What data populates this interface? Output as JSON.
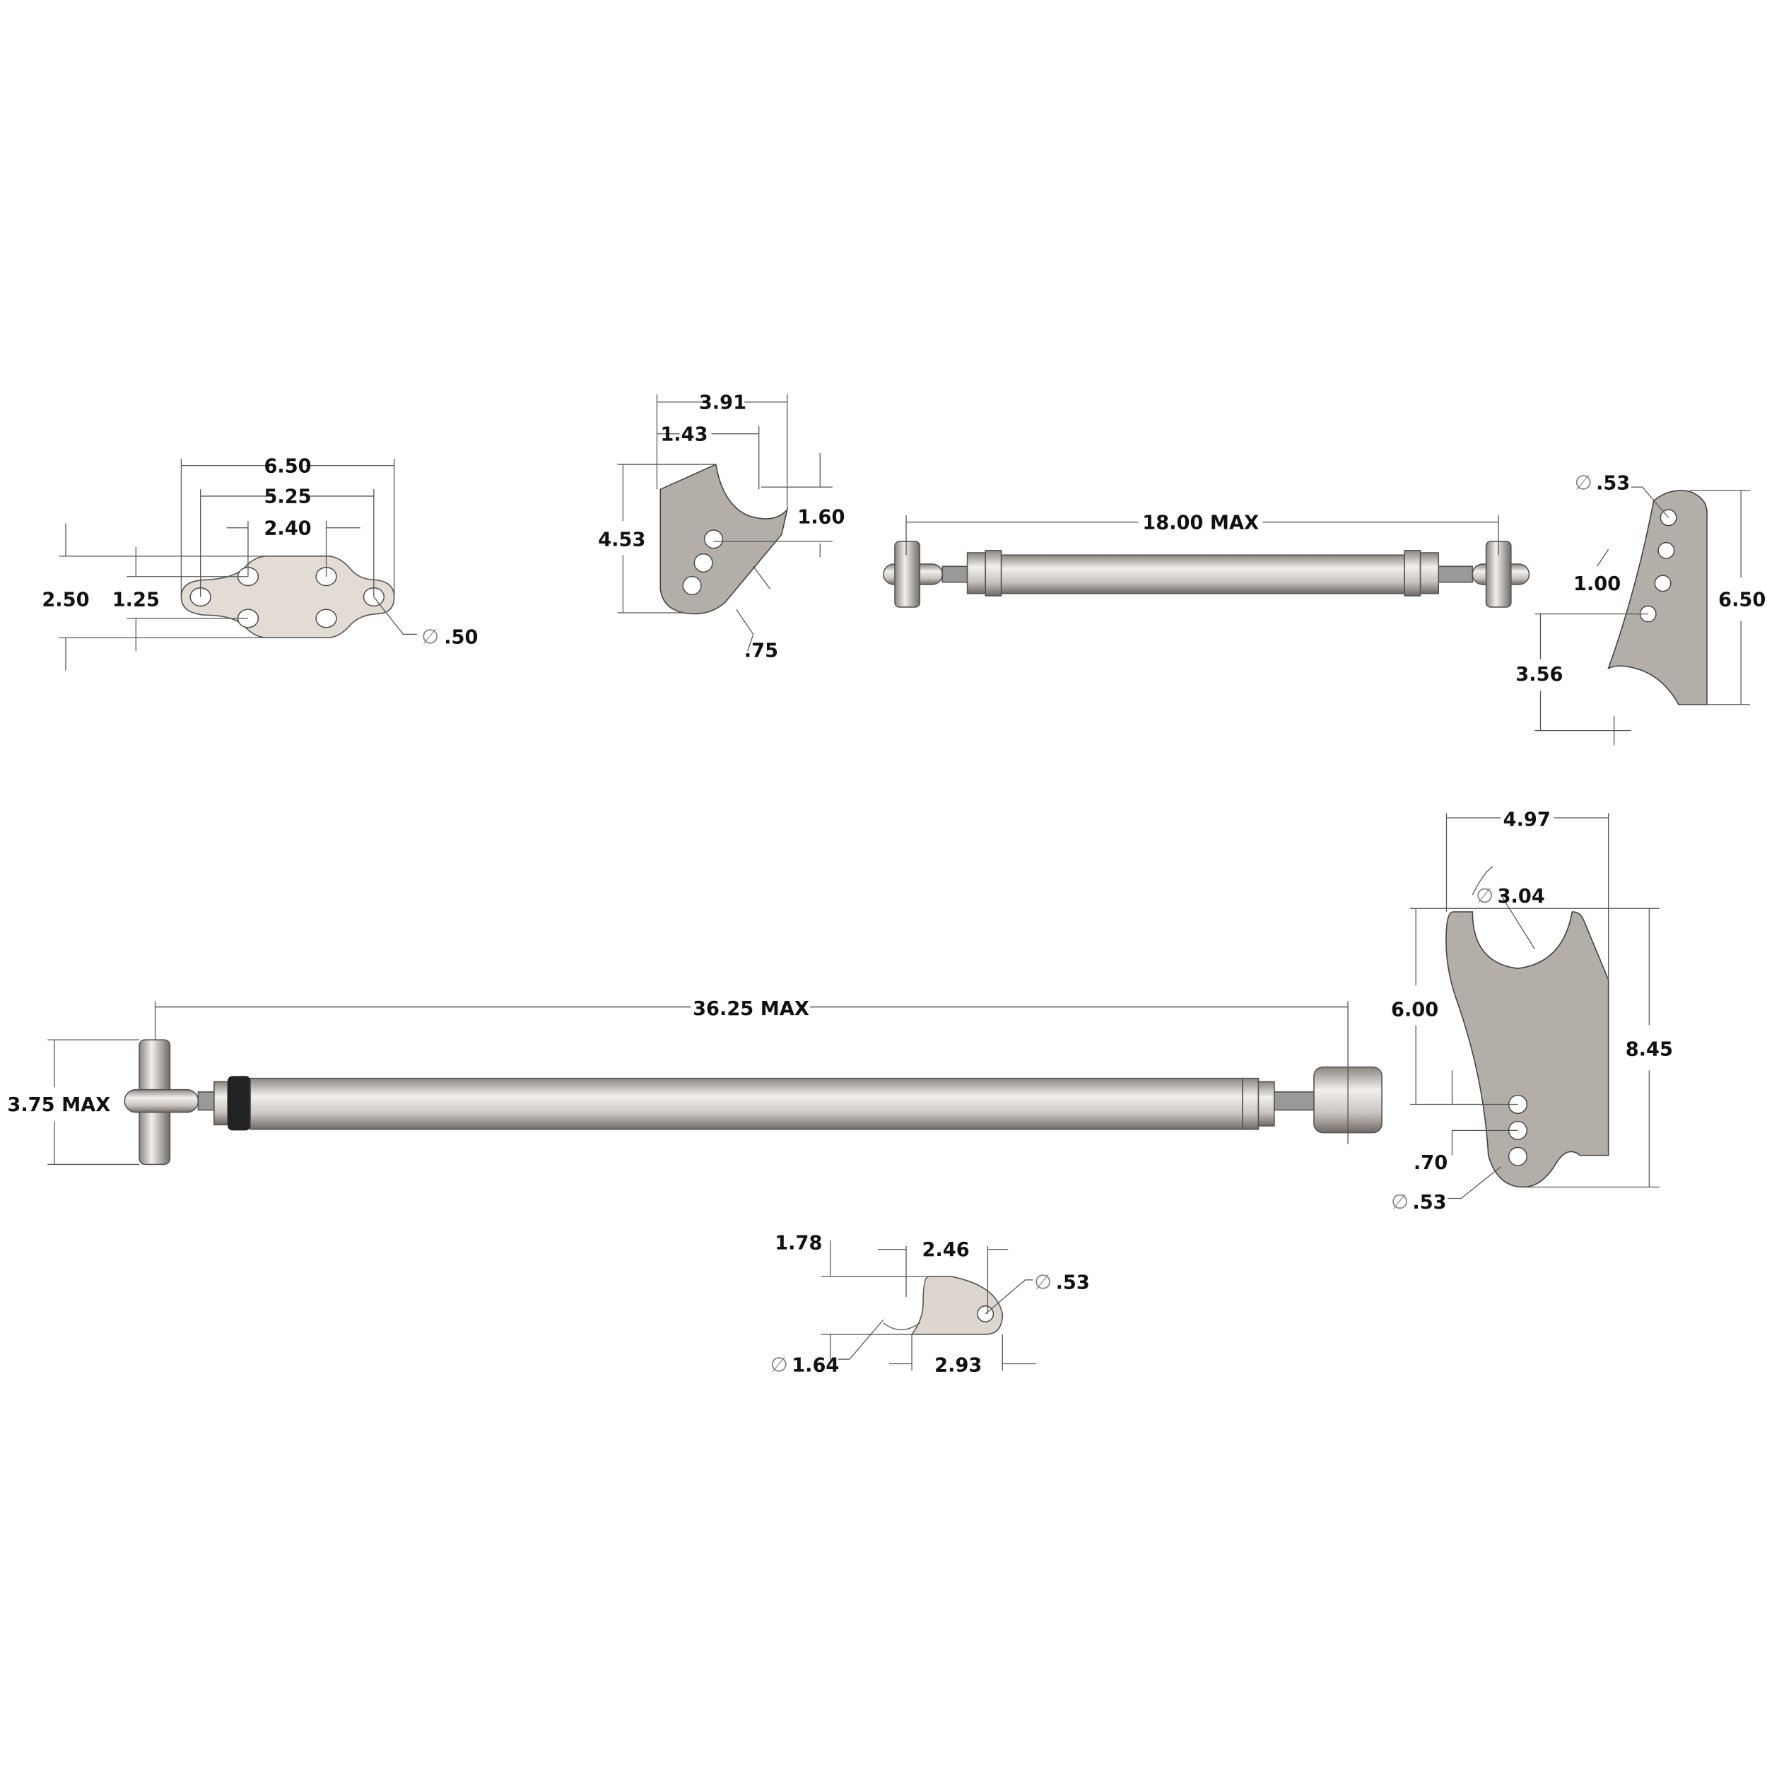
{
  "parts": {
    "plate": {
      "overall_width": "6.50",
      "outer_hole_span": "5.25",
      "inner_hole_span": "2.40",
      "height": "2.50",
      "hole_row_spacing": "1.25",
      "hole_dia": ".50"
    },
    "small_bracket": {
      "width": "3.91",
      "notch_offset": "1.43",
      "height": "4.53",
      "notch_depth": "1.60",
      "hole_spacing": ".75"
    },
    "short_link": {
      "length": "18.00 MAX"
    },
    "tall_tab": {
      "hole_dia": ".53",
      "hole_spacing": "1.00",
      "height": "6.50",
      "lower_offset": "3.56"
    },
    "long_link": {
      "length": "36.25 MAX",
      "end_width": "3.75 MAX"
    },
    "axle_bracket": {
      "width": "4.97",
      "cutout_dia": "3.04",
      "hole_height": "6.00",
      "height": "8.45",
      "hole_spacing": ".70",
      "hole_dia": ".53"
    },
    "mini_tab": {
      "height": "1.78",
      "offset": "2.46",
      "hole_dia": ".53",
      "cutout_dia": "1.64",
      "length": "2.93"
    }
  },
  "diameter_symbol": "∅",
  "colors": {
    "plate": "#e3dcd5",
    "steel": "#b4aea8",
    "rod": "#d8d4cf"
  }
}
